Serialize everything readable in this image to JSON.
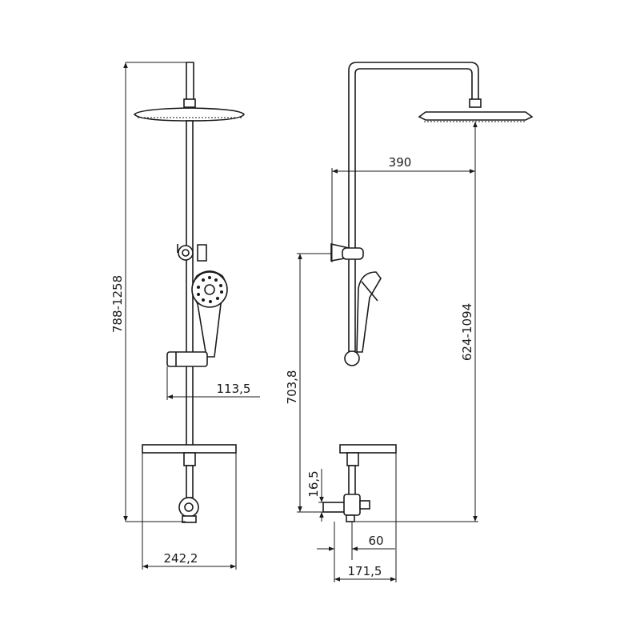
{
  "dimensions": {
    "front_total_height": "788-1258",
    "holder_offset": "113,5",
    "shelf_width": "242,2",
    "side_arm_reach": "390",
    "side_bracket_height": "703,8",
    "side_height_range": "624-1094",
    "side_small_offset": "16,5",
    "side_outlet": "60",
    "side_base_depth": "171,5"
  }
}
